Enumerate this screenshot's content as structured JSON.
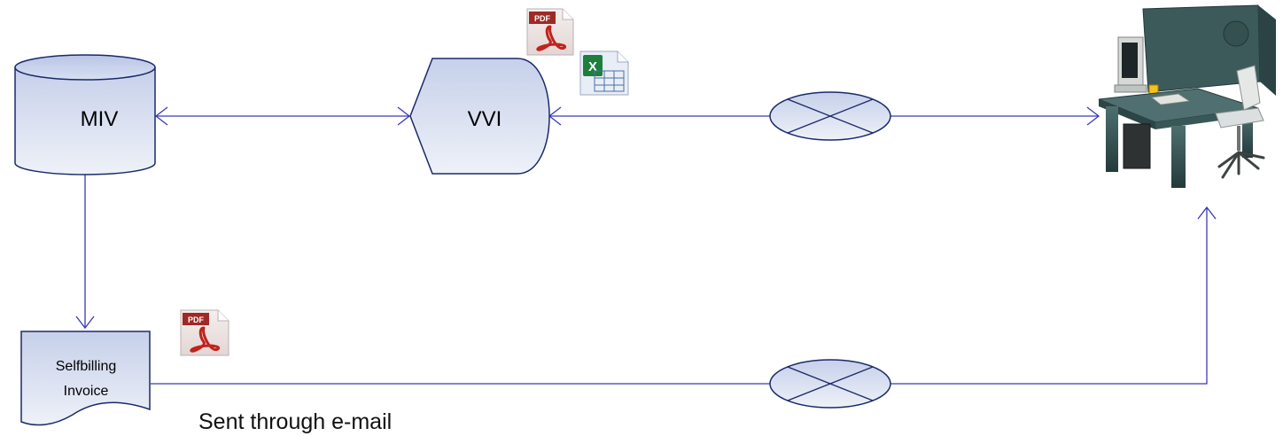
{
  "diagram": {
    "nodes": {
      "miv": {
        "label": "MIV",
        "shape": "cylinder"
      },
      "vvi": {
        "label": "VVI",
        "shape": "display"
      },
      "invoice": {
        "label_line1": "Selfbilling",
        "label_line2": "Invoice",
        "shape": "document"
      },
      "workstation": {
        "label": "",
        "shape": "desk-computer-clipart"
      }
    },
    "connectors": [
      {
        "from": "miv",
        "to": "vvi",
        "style": "double-arrow"
      },
      {
        "from": "vvi",
        "to": "workstation",
        "style": "double-arrow",
        "junction": "or-gate"
      },
      {
        "from": "miv",
        "to": "invoice",
        "style": "arrow"
      },
      {
        "from": "invoice",
        "to": "workstation",
        "style": "arrow",
        "junction": "or-gate"
      }
    ],
    "caption": "Sent through e-mail",
    "icons": {
      "pdf": {
        "badge_text": "PDF",
        "icon": "pdf-file-icon"
      },
      "excel": {
        "badge_text": "X",
        "icon": "excel-file-icon"
      }
    },
    "colors": {
      "line": "#3a3ab8",
      "shape_fill_top": "#c9d2ea",
      "shape_fill_bottom": "#eef1f8",
      "shape_stroke": "#1a2a6a"
    }
  }
}
